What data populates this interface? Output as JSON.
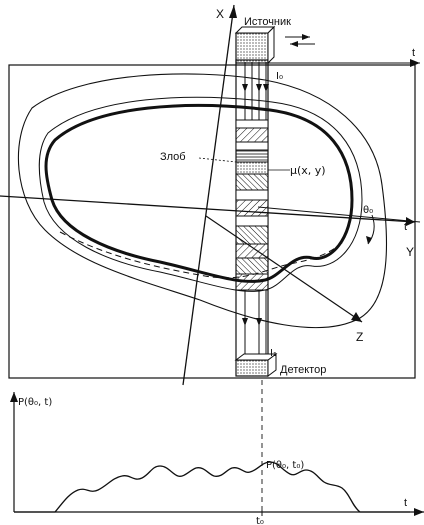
{
  "labels": {
    "source": "Источник",
    "detector": "Детектор",
    "slice": "Злоб",
    "mu": "μ(x, y)",
    "theta0": "θ₀",
    "I0": "I₀",
    "I1": "I₁",
    "axis_t_top": "t",
    "axis_t_right": "t",
    "axis_x": "X",
    "axis_y": "Y",
    "axis_z": "Z",
    "plot_ylabel": "P(θ₀, t)",
    "plot_peak": "P(θ₀, t₀)",
    "plot_xlabel": "t",
    "plot_t0": "t₀"
  },
  "colors": {
    "ink": "#111111",
    "paper": "#ffffff"
  }
}
